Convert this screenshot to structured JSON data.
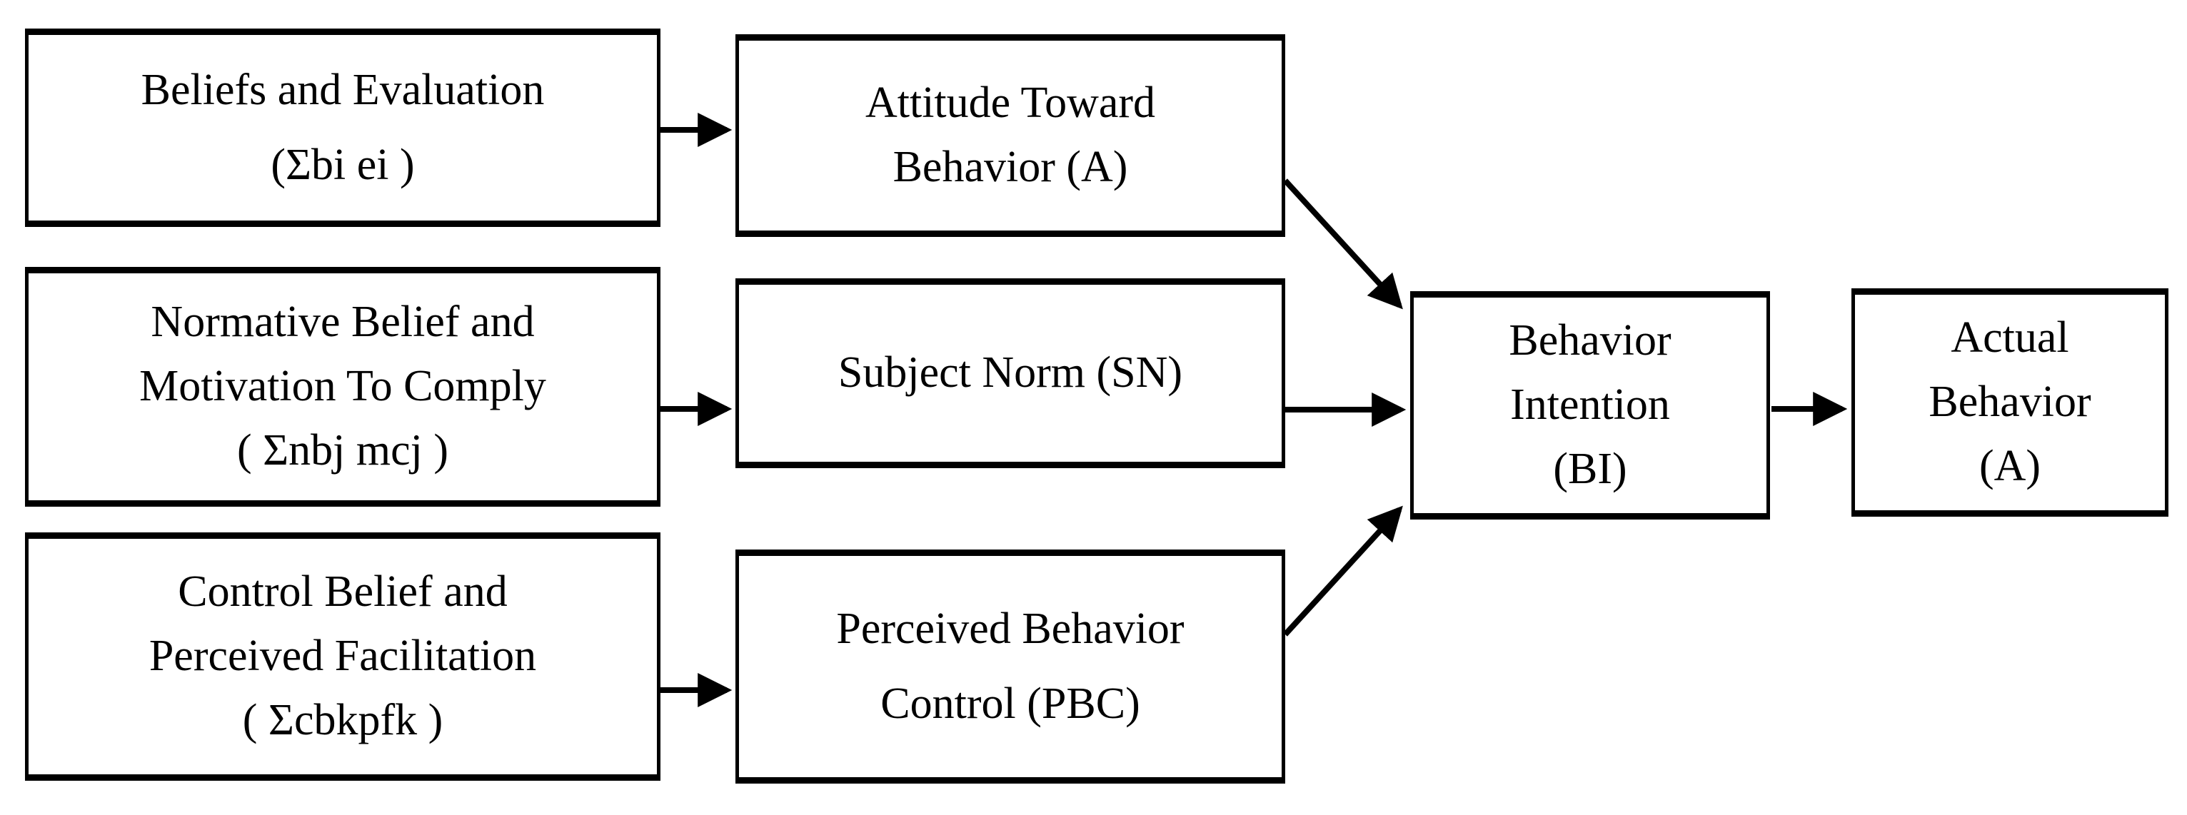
{
  "boxes": {
    "beliefs": {
      "lines": [
        "Beliefs and Evaluation",
        "(Σbi ei )"
      ]
    },
    "normative": {
      "lines": [
        "Normative Belief and",
        "Motivation To Comply",
        "( Σnbj mcj )"
      ]
    },
    "control": {
      "lines": [
        "Control Belief and",
        "Perceived Facilitation",
        "( Σcbkpfk )"
      ]
    },
    "attitude": {
      "lines": [
        "Attitude Toward",
        "Behavior (A)"
      ]
    },
    "subject_norm": {
      "lines": [
        "Subject Norm (SN)"
      ]
    },
    "pbc": {
      "lines": [
        "Perceived Behavior",
        "Control (PBC)"
      ]
    },
    "intention": {
      "lines": [
        "Behavior",
        "Intention",
        "(BI)"
      ]
    },
    "actual": {
      "lines": [
        "Actual",
        "Behavior",
        "(A)"
      ]
    }
  },
  "arrows": [
    {
      "from": "Beliefs and Evaluation",
      "to": "Attitude Toward Behavior"
    },
    {
      "from": "Normative Belief and Motivation To Comply",
      "to": "Subject Norm"
    },
    {
      "from": "Control Belief and Perceived Facilitation",
      "to": "Perceived Behavior Control"
    },
    {
      "from": "Attitude Toward Behavior",
      "to": "Behavior Intention"
    },
    {
      "from": "Subject Norm",
      "to": "Behavior Intention"
    },
    {
      "from": "Perceived Behavior Control",
      "to": "Behavior Intention"
    },
    {
      "from": "Behavior Intention",
      "to": "Actual Behavior"
    }
  ],
  "colors": {
    "line": "#000000",
    "text": "#000000",
    "background": "#ffffff"
  }
}
